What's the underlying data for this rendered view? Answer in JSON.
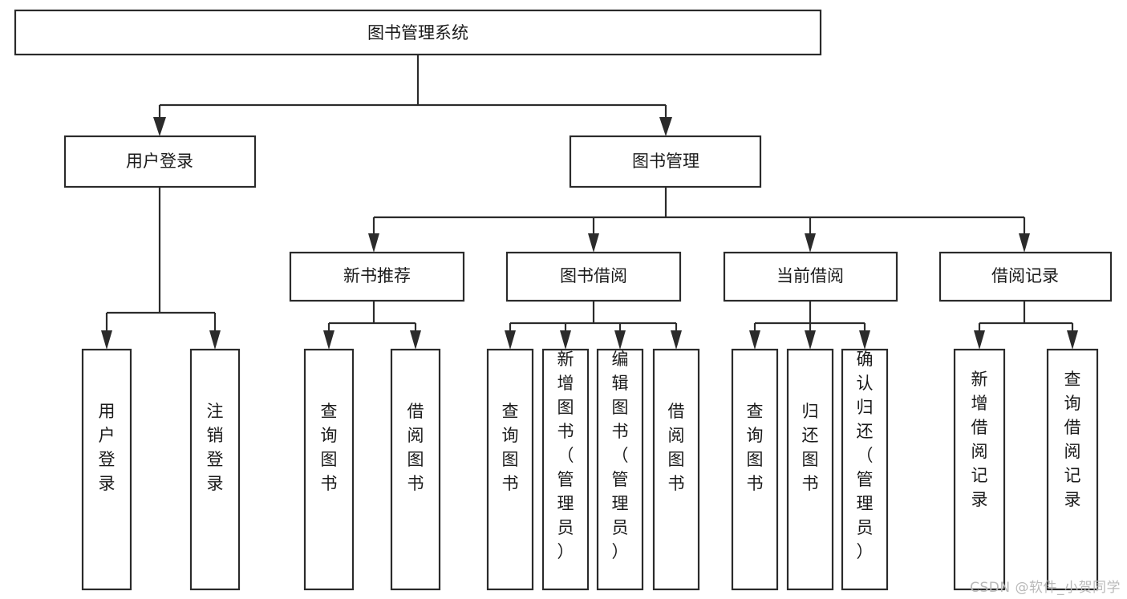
{
  "diagram": {
    "title": "图书管理系统",
    "type": "tree-hierarchy",
    "root": {
      "label": "图书管理系统"
    },
    "level2": [
      {
        "label": "用户登录"
      },
      {
        "label": "图书管理"
      }
    ],
    "level3": [
      {
        "label": "新书推荐"
      },
      {
        "label": "图书借阅"
      },
      {
        "label": "当前借阅"
      },
      {
        "label": "借阅记录"
      }
    ],
    "leaves": {
      "user_login": [
        {
          "label": "用户登录"
        },
        {
          "label": "注销登录"
        }
      ],
      "new_book_recommend": [
        {
          "label": "查询图书"
        },
        {
          "label": "借阅图书"
        }
      ],
      "book_borrow": [
        {
          "label": "查询图书"
        },
        {
          "label": "新增图书（管理员）"
        },
        {
          "label": "编辑图书（管理员）"
        },
        {
          "label": "借阅图书"
        }
      ],
      "current_borrow": [
        {
          "label": "查询图书"
        },
        {
          "label": "归还图书"
        },
        {
          "label": "确认归还（管理员）"
        }
      ],
      "borrow_record": [
        {
          "label": "新增借阅记录"
        },
        {
          "label": "查询借阅记录"
        }
      ]
    }
  },
  "watermark": {
    "text": "CSDN @软件_小贺同学"
  },
  "colors": {
    "background": "#ffffff",
    "box_stroke": "#2b2b2b",
    "box_fill": "#ffffff",
    "text": "#1a1a1a",
    "watermark": "#b9b9b9"
  }
}
